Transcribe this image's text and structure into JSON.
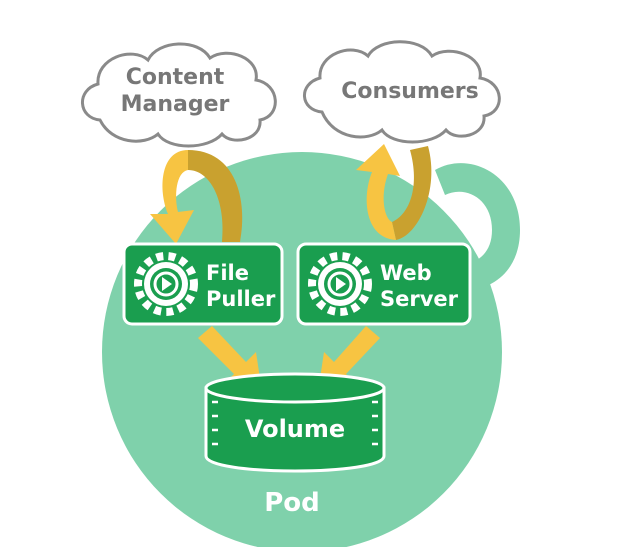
{
  "clouds": {
    "content_manager": {
      "line1": "Content",
      "line2": "Manager"
    },
    "consumers": {
      "label": "Consumers"
    }
  },
  "containers": {
    "file_puller": {
      "line1": "File",
      "line2": "Puller",
      "icon": "gear-play-icon"
    },
    "web_server": {
      "line1": "Web",
      "line2": "Server",
      "icon": "gear-play-icon"
    }
  },
  "volume": {
    "label": "Volume"
  },
  "pod": {
    "label": "Pod"
  },
  "colors": {
    "pod_fill": "#7fd1ab",
    "container_fill": "#1a9e4f",
    "container_border": "#ffffff",
    "cloud_stroke": "#8a8a8a",
    "cloud_text": "#777777",
    "arrow_yellow": "#f7c442",
    "arrow_dark": "#c9a12f"
  }
}
